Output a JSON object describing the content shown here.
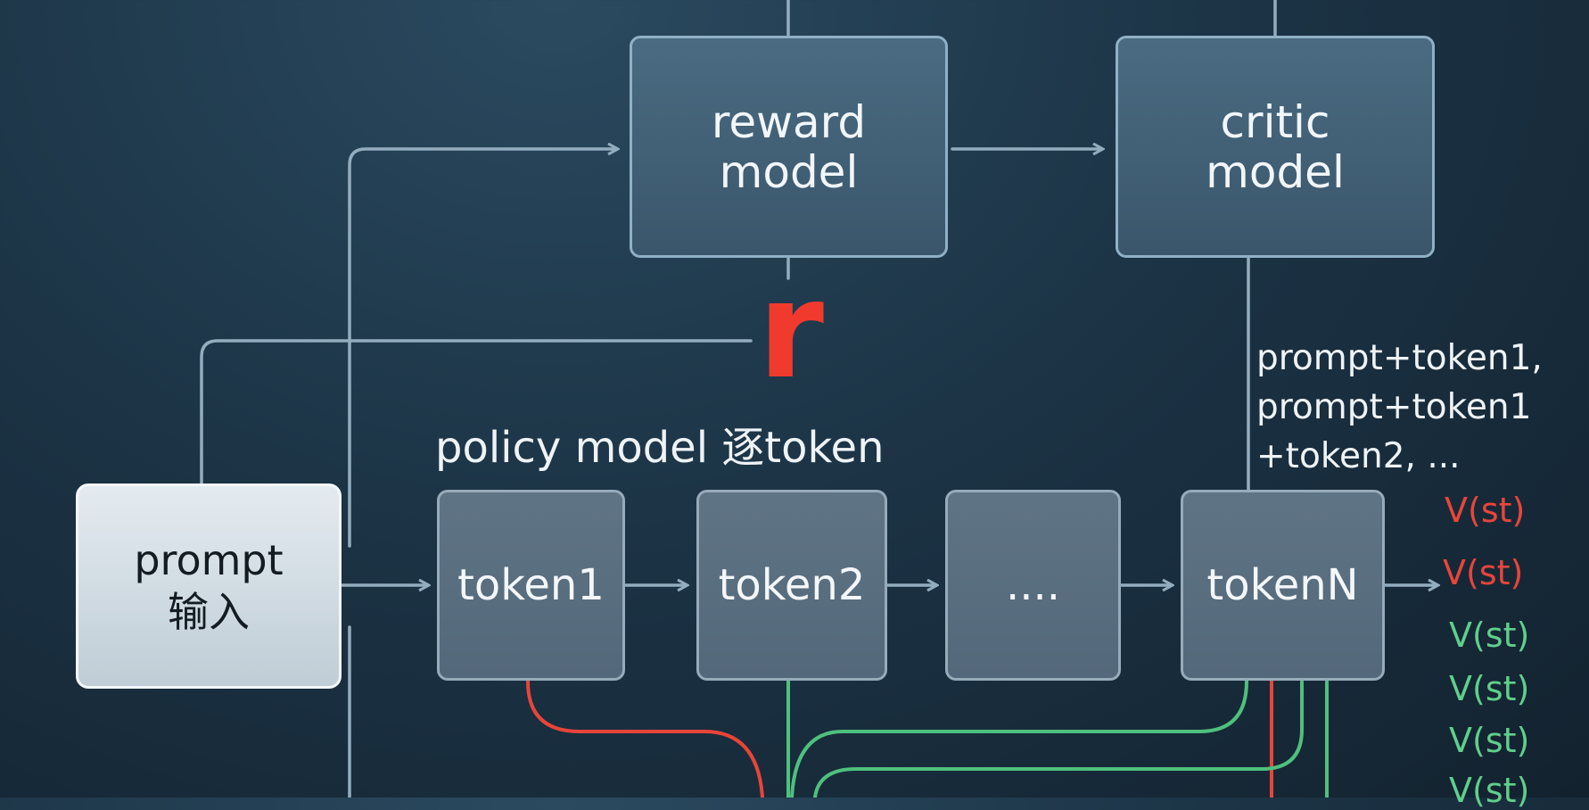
{
  "reward_model": {
    "label": "reward\nmodel"
  },
  "critic_model": {
    "label": "critic\nmodel"
  },
  "reward_signal": "r",
  "policy_caption": "policy model 逐token",
  "context_note": "prompt+token1,\nprompt+token1\n+token2, ...",
  "prompt": {
    "label": "prompt\n输入"
  },
  "tokens": [
    {
      "label": "token1"
    },
    {
      "label": "token2"
    },
    {
      "label": "...."
    },
    {
      "label": "tokenN"
    }
  ],
  "values": [
    {
      "label": "V(st)",
      "color": "#e8453a"
    },
    {
      "label": "V(st)",
      "color": "#e8453a"
    },
    {
      "label": "V(st)",
      "color": "#5fcf8c"
    },
    {
      "label": "V(st)",
      "color": "#5fcf8c"
    },
    {
      "label": "V(st)",
      "color": "#5fcf8c"
    },
    {
      "label": "V(st)",
      "color": "#5fcf8c"
    }
  ],
  "colors": {
    "connector": "#93adbf",
    "red_path": "#e8453a",
    "green_path": "#4fc07e"
  }
}
